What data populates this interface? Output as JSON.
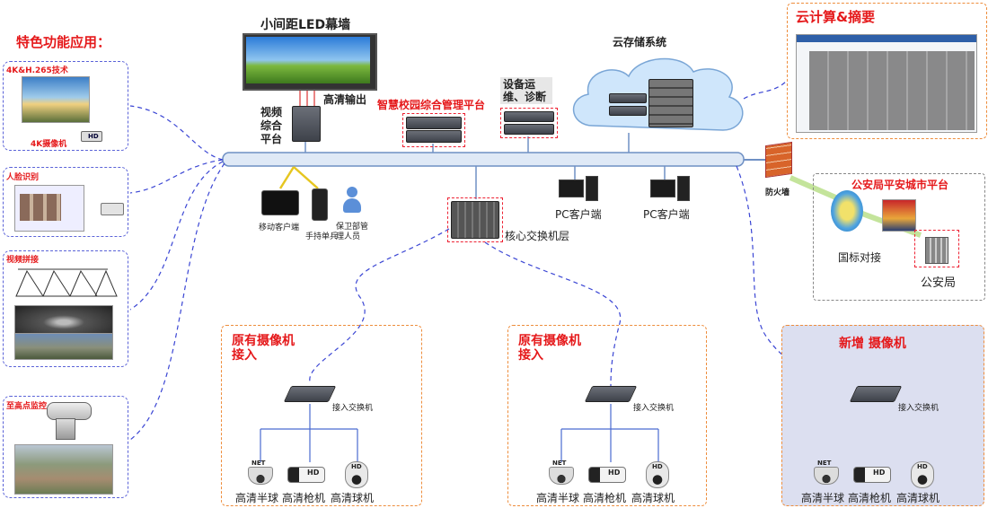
{
  "features": {
    "title": "特色功能应用：",
    "items": [
      {
        "label": "4K&H.265技术",
        "sub": "4K摄像机",
        "badge": "HD"
      },
      {
        "label": "人脸识别"
      },
      {
        "label": "视频拼接"
      },
      {
        "label": "至高点监控"
      }
    ]
  },
  "led": {
    "title": "小间距LED幕墙",
    "output": "高清输出"
  },
  "video_platform": {
    "label": "视频\n综合\n平台"
  },
  "smart_platform": {
    "label": "智慧校园综合管理平台"
  },
  "maintenance": {
    "label": "设备运\n维、诊断"
  },
  "cloud_storage": {
    "label": "云存储系统"
  },
  "cloud_summary": {
    "title": "云计算&摘要"
  },
  "firewall": {
    "label": "防火墙"
  },
  "police": {
    "title": "公安局平安城市平台",
    "interface": "国标对接",
    "bureau": "公安局"
  },
  "clients": {
    "pc1": "PC客户端",
    "pc2": "PC客户端",
    "mobile": "移动客户端",
    "handheld": "手持单兵",
    "guard": "保卫部管\n理人员"
  },
  "core": {
    "label": "核心交换机层"
  },
  "camera_groups": [
    {
      "title": "原有摄像机\n接入",
      "switch": "接入交换机",
      "cams": [
        "高清半球",
        "高清枪机",
        "高清球机"
      ]
    },
    {
      "title": "原有摄像机\n接入",
      "switch": "接入交换机",
      "cams": [
        "高清半球",
        "高清枪机",
        "高清球机"
      ]
    },
    {
      "title": "新增 摄像机",
      "switch": "接入交换机",
      "cams": [
        "高清半球",
        "高清枪机",
        "高清球机"
      ]
    }
  ],
  "cam_badges": {
    "net": "NET",
    "hd": "HD"
  },
  "colors": {
    "accent_red": "#e5191b",
    "link_blue": "#3b46d4",
    "bus_blue": "#8fb3df",
    "orange_border": "#ee8d3c",
    "new_panel_bg": "#dcdff0"
  }
}
